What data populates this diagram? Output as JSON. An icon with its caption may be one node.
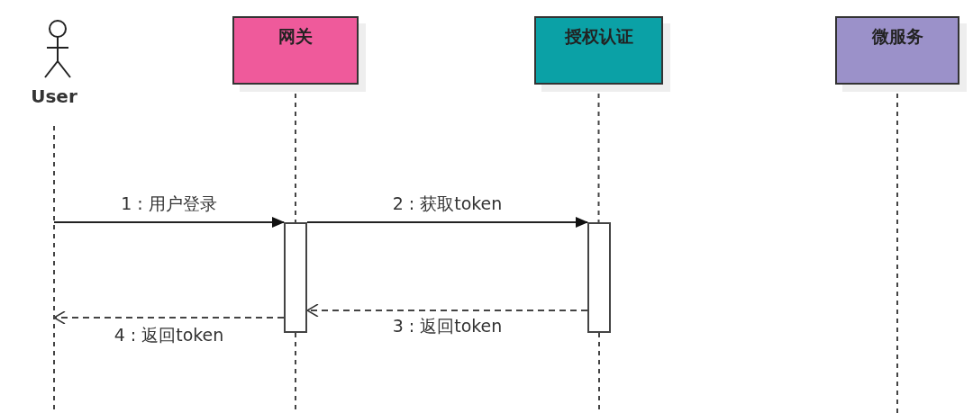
{
  "diagram": {
    "nodes": [
      {
        "text": [
          "User"
        ]
      },
      {
        "text": [
          "网关"
        ]
      },
      {
        "text": [
          "授权认证"
        ]
      },
      {
        "text": [
          "微服务"
        ]
      },
      {
        "text": [],
        "shape": "bar"
      },
      {
        "text": [],
        "shape": "bar"
      }
    ],
    "edges": [
      {
        "from": 0,
        "to": 4,
        "arrow": "to",
        "label": "1 : 用户登录"
      },
      {
        "from": 4,
        "to": 5,
        "arrow": "to",
        "label": "2 : 获取token"
      },
      {
        "from": 5,
        "to": 4,
        "arrow": "to",
        "label": "3 : 返回token",
        "style": "dashed"
      },
      {
        "from": 4,
        "to": 0,
        "arrow": "to",
        "label": "4 : 返回token",
        "style": "dashed"
      },
      {
        "from": 1,
        "to": 4,
        "arrow": "none",
        "style": "dashed"
      },
      {
        "from": 4,
        "to": null,
        "arrow": "none",
        "style": "dashed"
      },
      {
        "from": 2,
        "to": 5,
        "arrow": "none",
        "style": "dashed"
      },
      {
        "from": 5,
        "to": null,
        "arrow": "none",
        "style": "dashed"
      },
      {
        "from": 3,
        "to": null,
        "arrow": "none",
        "style": "dashed"
      }
    ]
  }
}
